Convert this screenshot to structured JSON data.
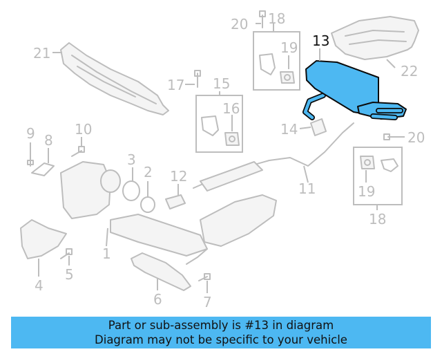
{
  "diagram": {
    "callouts": {
      "c1": "1",
      "c2": "2",
      "c3": "3",
      "c4": "4",
      "c5": "5",
      "c6": "6",
      "c7": "7",
      "c8": "8",
      "c9": "9",
      "c10": "10",
      "c11": "11",
      "c12": "12",
      "c13": "13",
      "c14": "14",
      "c15": "15",
      "c16": "16",
      "c17": "17",
      "c18a": "18",
      "c18b": "18",
      "c19a": "19",
      "c19b": "19",
      "c20a": "20",
      "c20b": "20",
      "c21": "21",
      "c22": "22"
    },
    "highlight_color": "#4db8f2",
    "line_color": "#bdbdbd"
  },
  "banner": {
    "line1": "Part or sub-assembly is #13 in diagram",
    "line2": "Diagram may not be specific to your vehicle"
  }
}
